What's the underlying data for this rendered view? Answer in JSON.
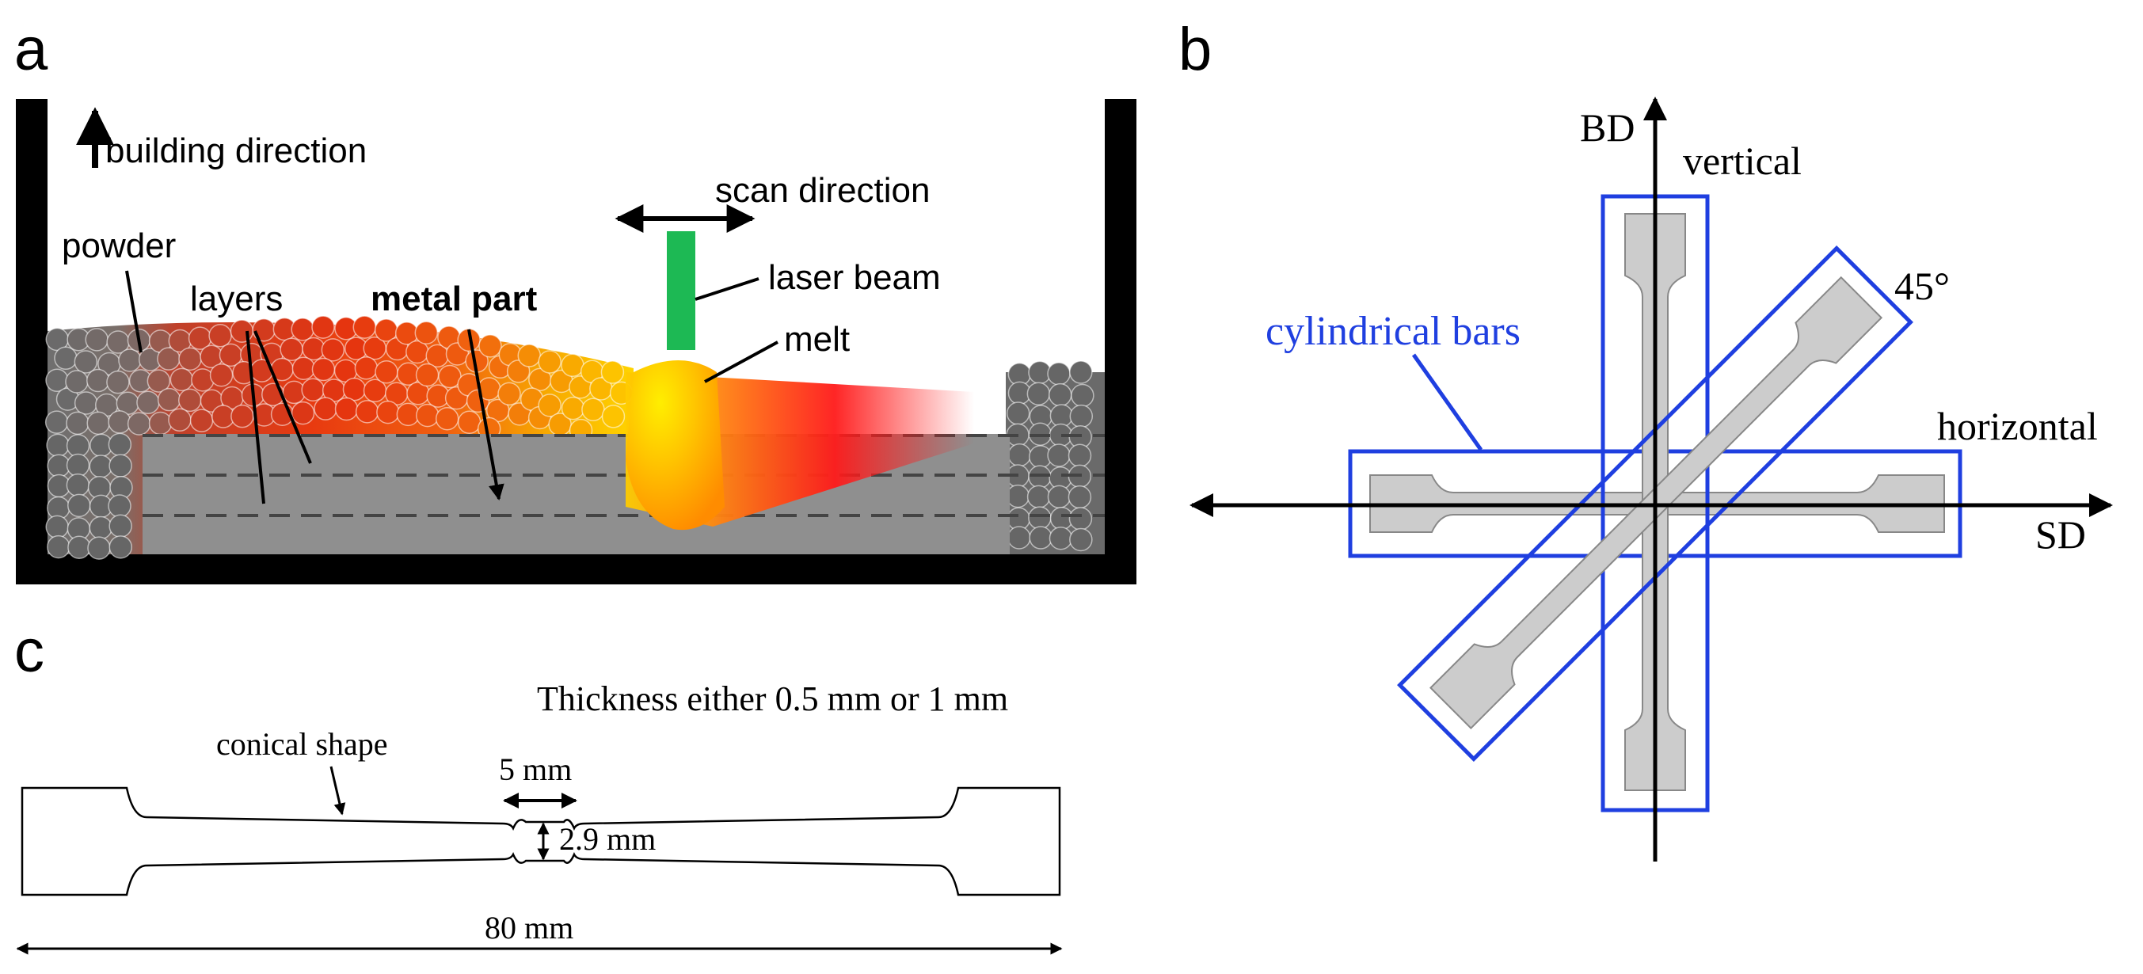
{
  "panels": {
    "a": {
      "letter": "a",
      "labels": {
        "building_direction": "building direction",
        "scan_direction": "scan direction",
        "powder": "powder",
        "layers": "layers",
        "metal_part": "metal part",
        "laser_beam": "laser beam",
        "melt": "melt"
      },
      "colors": {
        "laser": "#1db954",
        "part": "#8f8f8f",
        "powder": "#666666",
        "wall": "#000000"
      }
    },
    "b": {
      "letter": "b",
      "labels": {
        "bd": "BD",
        "sd": "SD",
        "vertical": "vertical",
        "horizontal": "horizontal",
        "angle": "45°",
        "bars": "cylindrical bars"
      },
      "colors": {
        "outline": "#1f3fe0",
        "specimen": "#cccccc"
      }
    },
    "c": {
      "letter": "c",
      "labels": {
        "thickness": "Thickness either 0.5 mm or 1 mm",
        "conical": "conical shape",
        "gauge_length": "5 mm",
        "gauge_width": "2.9 mm",
        "total_length": "80 mm"
      }
    }
  }
}
